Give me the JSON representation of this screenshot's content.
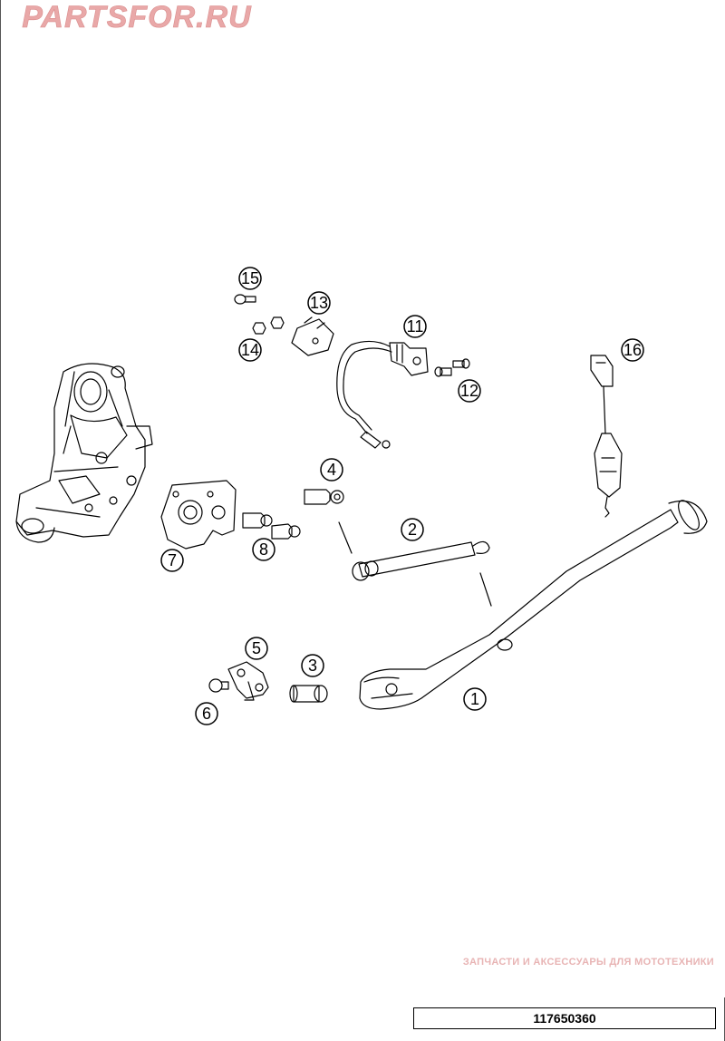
{
  "callouts": [
    {
      "num": "1",
      "part": "side stand"
    },
    {
      "num": "2",
      "part": "tension spring"
    },
    {
      "num": "3",
      "part": "sleeve"
    },
    {
      "num": "4",
      "part": "collar bolt"
    },
    {
      "num": "5",
      "part": "bracket"
    },
    {
      "num": "6",
      "part": "screw"
    },
    {
      "num": "7",
      "part": "side stand bracket plate"
    },
    {
      "num": "8",
      "part": "collar screws"
    },
    {
      "num": "11",
      "part": "side stand switch"
    },
    {
      "num": "12",
      "part": "screws"
    },
    {
      "num": "13",
      "part": "relay"
    },
    {
      "num": "14",
      "part": "nuts"
    },
    {
      "num": "15",
      "part": "screw"
    },
    {
      "num": "16",
      "part": "cable strap"
    }
  ],
  "watermark": {
    "tagline": "ЗАПЧАСТИ И АКСЕССУАРЫ ДЛЯ МОТОТЕХНИКИ",
    "logo": "PARTSFOR.RU"
  },
  "drawing_number": "117650360",
  "colors": {
    "line": "#000000",
    "watermark": "#e8b4b4",
    "watermark_logo": "#e9a8a8"
  }
}
